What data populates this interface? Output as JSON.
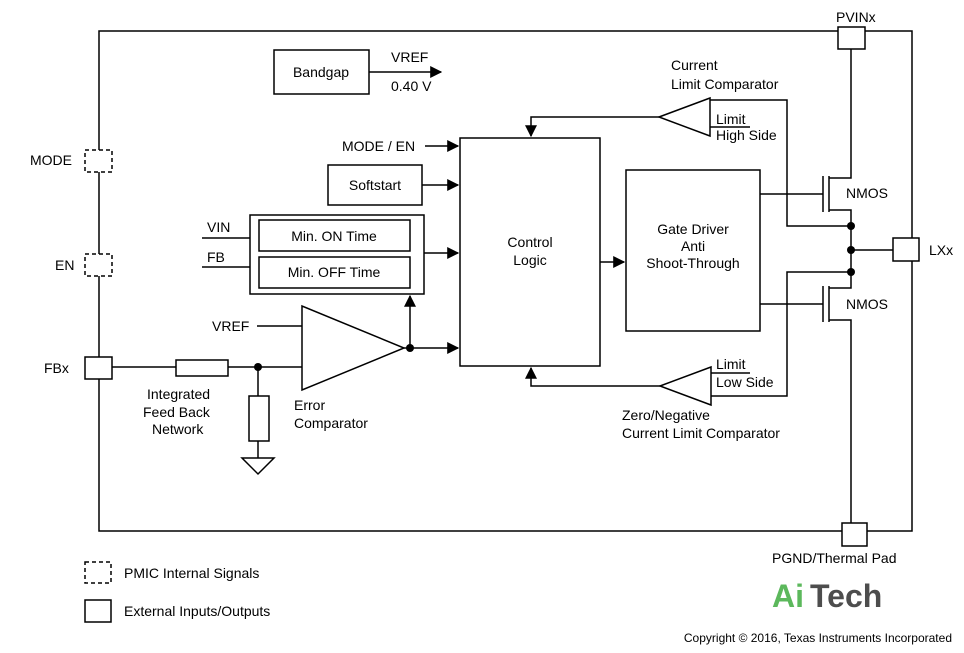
{
  "pins": {
    "pvin": "PVINx",
    "mode": "MODE",
    "en": "EN",
    "fb": "FBx",
    "lx": "LXx",
    "pgnd": "PGND/Thermal Pad"
  },
  "blocks": {
    "bandgap": "Bandgap",
    "softstart": "Softstart",
    "min_on": "Min. ON Time",
    "min_off": "Min. OFF Time",
    "control_line1": "Control",
    "control_line2": "Logic",
    "gate_line1": "Gate Driver",
    "gate_line2": "Anti",
    "gate_line3": "Shoot-Through"
  },
  "signals": {
    "vref_out": "VREF",
    "vref_value": "0.40 V",
    "mode_en": "MODE / EN",
    "vin": "VIN",
    "fb": "FB",
    "vref_in": "VREF"
  },
  "labels": {
    "clc_line1": "Current",
    "clc_line2": "Limit Comparator",
    "limit_hs_1": "Limit",
    "limit_hs_2": "High Side",
    "limit_ls_1": "Limit",
    "limit_ls_2": "Low Side",
    "zero_neg_1": "Zero/Negative",
    "zero_neg_2": "Current Limit Comparator",
    "nmos_high": "NMOS",
    "nmos_low": "NMOS",
    "fbn_1": "Integrated",
    "fbn_2": "Feed Back",
    "fbn_3": "Network",
    "err_1": "Error",
    "err_2": "Comparator"
  },
  "legend": {
    "internal": "PMIC Internal Signals",
    "external": "External Inputs/Outputs"
  },
  "logo": {
    "ai": "Ai",
    "tech": "Tech"
  },
  "copyright": "Copyright © 2016, Texas Instruments Incorporated",
  "colors": {
    "logo_green": "#5cb85c",
    "logo_gray": "#4d4d4d"
  }
}
